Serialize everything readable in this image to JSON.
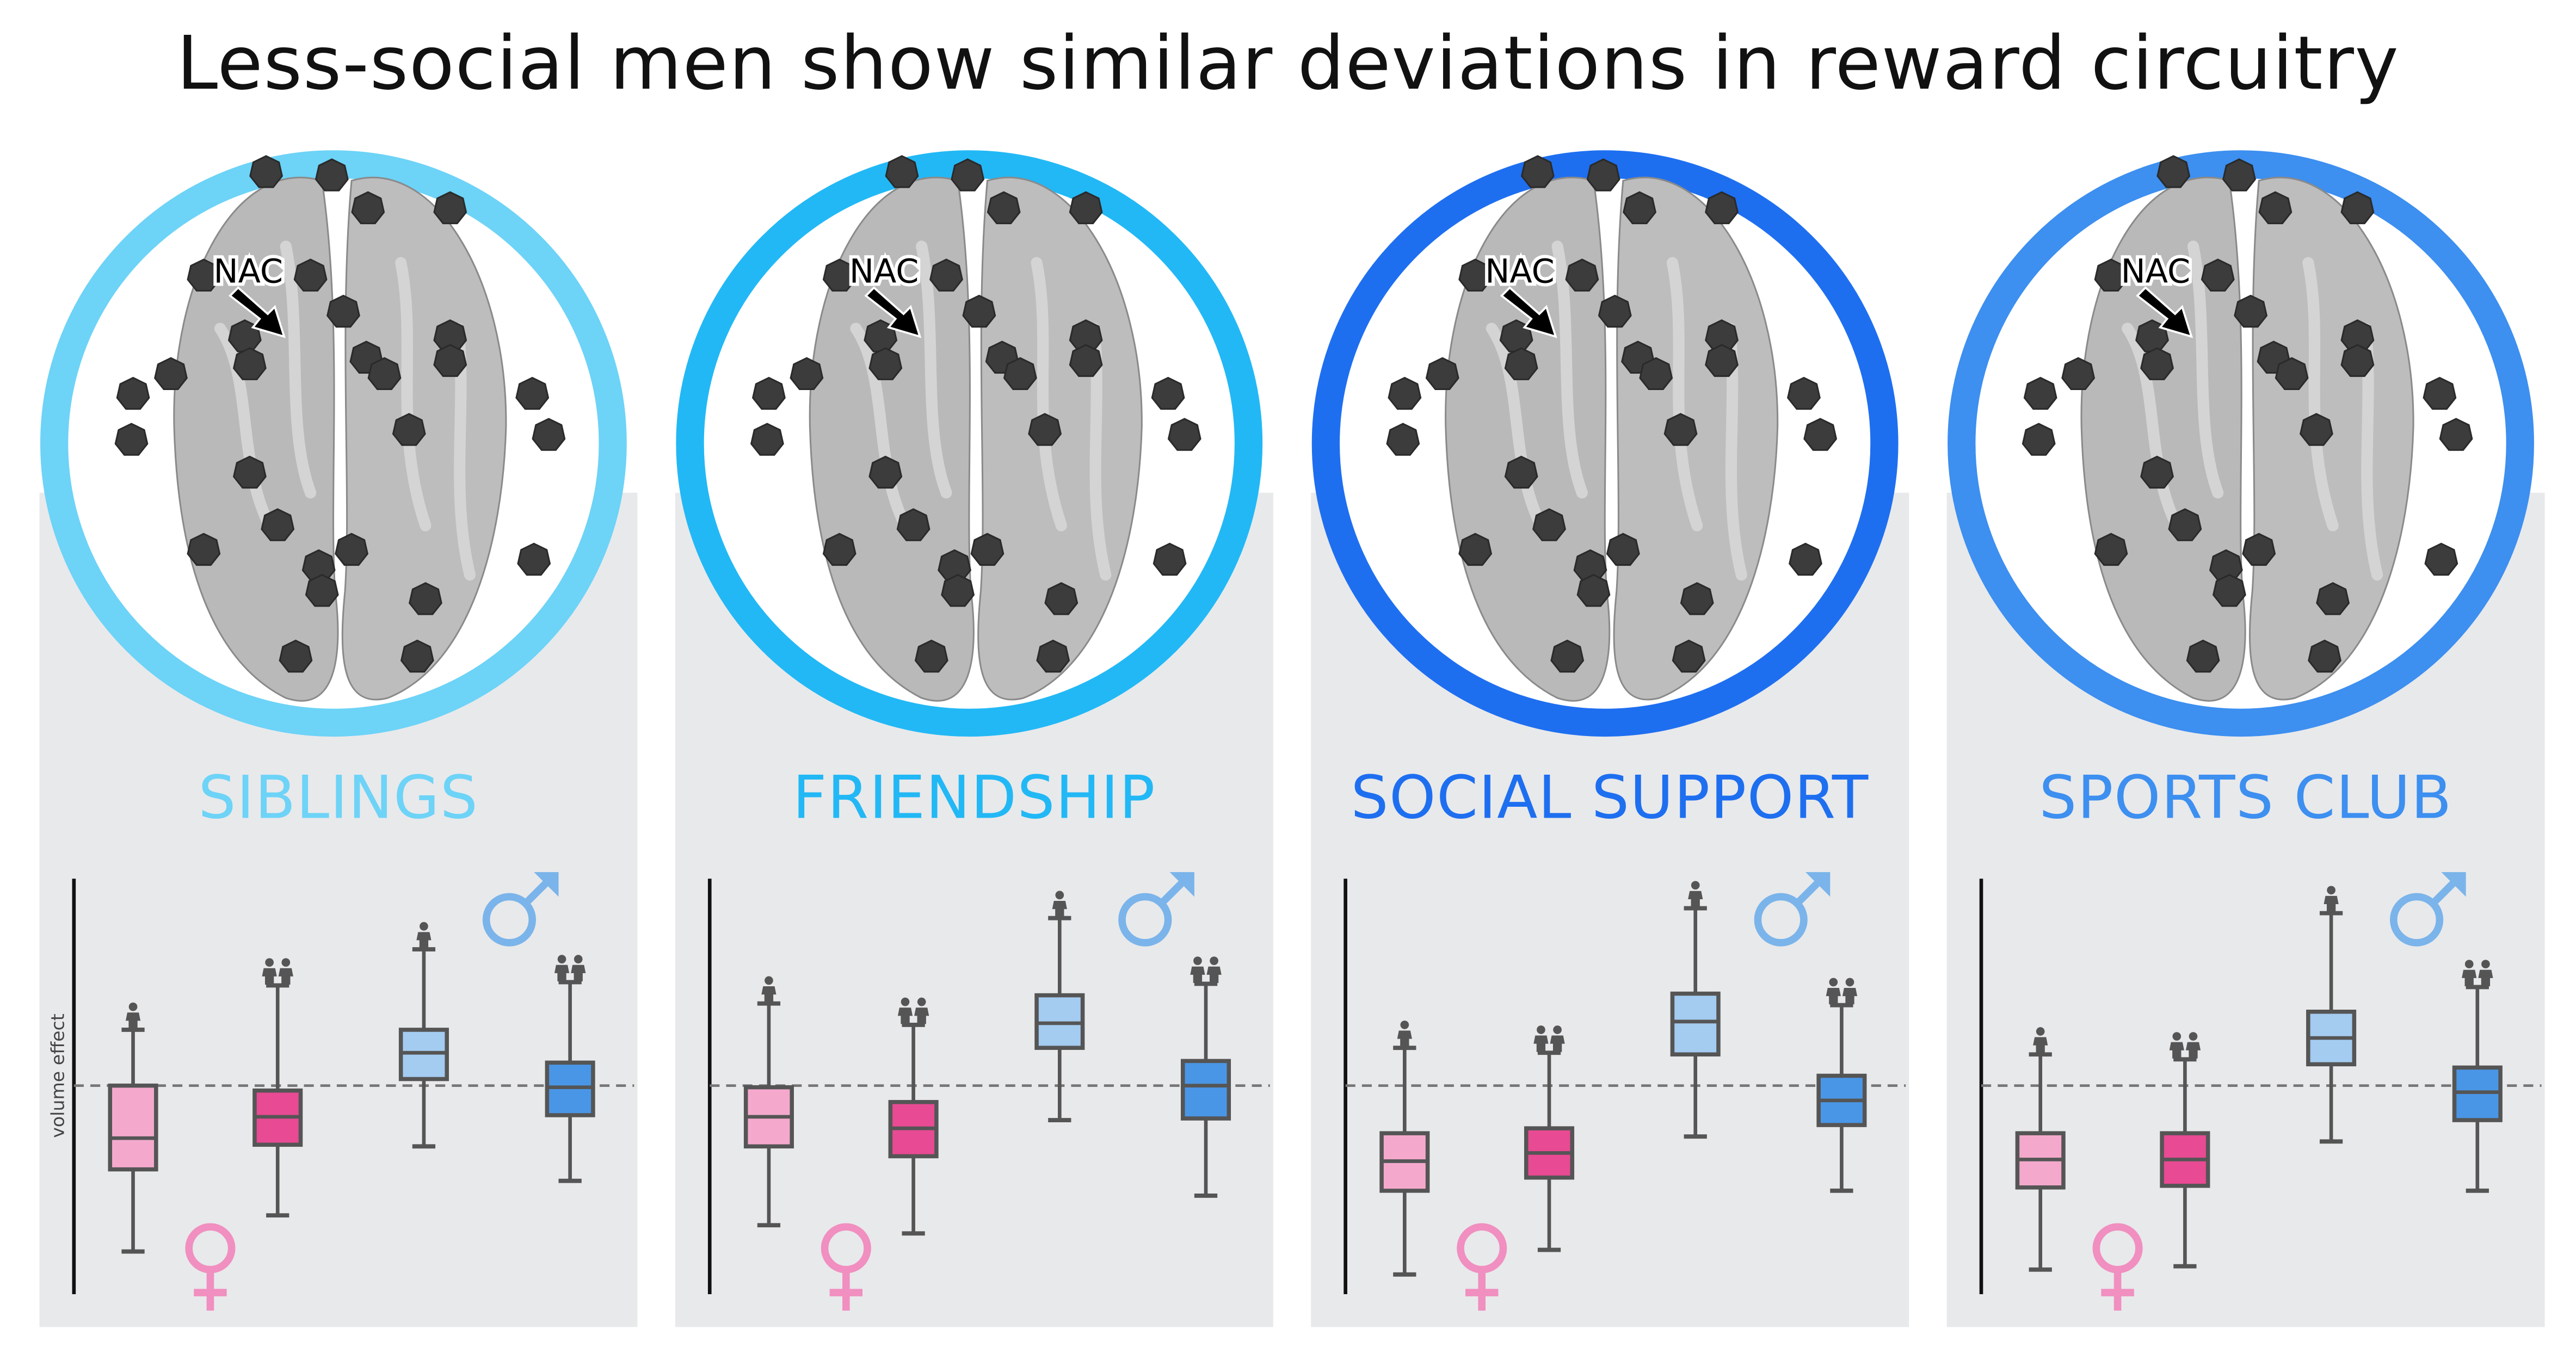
{
  "title": "Less-social men show similar deviations in reward circuitry",
  "annotation": "NAC",
  "colors": {
    "female_single": "#f4a9cc",
    "female_pair": "#e84a93",
    "male_single": "#a4cbf0",
    "male_pair": "#4a96e6",
    "female_symbol": "#f08fc0",
    "male_symbol": "#7ab4ea",
    "panel_bg": "#e8e9eb"
  },
  "chart_data": {
    "type": "boxplot",
    "title": "Less-social men show similar deviations in reward circuitry",
    "ylabel": "volume effect",
    "xlabel": "",
    "reference_line": 0,
    "categories": [
      "female single (low social)",
      "female pair",
      "male single (low social)",
      "male pair"
    ],
    "icons": [
      "person-icon",
      "two-people-icon",
      "person-icon",
      "two-people-icon"
    ],
    "units": "relative (no tick labels shown)",
    "panels": [
      {
        "label": "SIBLINGS",
        "ring_color": "#6dd3f7",
        "show_ylabel": true,
        "boxes": [
          {
            "whisker_high": 0.34,
            "q3": 0.0,
            "median": -0.32,
            "q1": -0.51,
            "whisker_low": -1.01
          },
          {
            "whisker_high": 0.61,
            "q3": -0.03,
            "median": -0.19,
            "q1": -0.36,
            "whisker_low": -0.79
          },
          {
            "whisker_high": 0.83,
            "q3": 0.34,
            "median": 0.2,
            "q1": 0.04,
            "whisker_low": -0.37
          },
          {
            "whisker_high": 0.63,
            "q3": 0.14,
            "median": -0.01,
            "q1": -0.18,
            "whisker_low": -0.58
          }
        ]
      },
      {
        "label": "FRIENDSHIP",
        "ring_color": "#22b8f5",
        "show_ylabel": false,
        "boxes": [
          {
            "whisker_high": 0.5,
            "q3": -0.01,
            "median": -0.19,
            "q1": -0.37,
            "whisker_low": -0.85
          },
          {
            "whisker_high": 0.37,
            "q3": -0.1,
            "median": -0.26,
            "q1": -0.43,
            "whisker_low": -0.9
          },
          {
            "whisker_high": 1.02,
            "q3": 0.55,
            "median": 0.38,
            "q1": 0.23,
            "whisker_low": -0.21
          },
          {
            "whisker_high": 0.62,
            "q3": 0.15,
            "median": 0.0,
            "q1": -0.2,
            "whisker_low": -0.67
          }
        ]
      },
      {
        "label": "SOCIAL SUPPORT",
        "ring_color": "#1e6ff0",
        "show_ylabel": false,
        "boxes": [
          {
            "whisker_high": 0.23,
            "q3": -0.29,
            "median": -0.46,
            "q1": -0.64,
            "whisker_low": -1.15
          },
          {
            "whisker_high": 0.2,
            "q3": -0.26,
            "median": -0.41,
            "q1": -0.56,
            "whisker_low": -1.0
          },
          {
            "whisker_high": 1.08,
            "q3": 0.56,
            "median": 0.39,
            "q1": 0.19,
            "whisker_low": -0.31
          },
          {
            "whisker_high": 0.49,
            "q3": 0.06,
            "median": -0.09,
            "q1": -0.24,
            "whisker_low": -0.64
          }
        ]
      },
      {
        "label": "SPORTS CLUB",
        "ring_color": "#3d8ff0",
        "show_ylabel": false,
        "boxes": [
          {
            "whisker_high": 0.19,
            "q3": -0.29,
            "median": -0.45,
            "q1": -0.62,
            "whisker_low": -1.12
          },
          {
            "whisker_high": 0.16,
            "q3": -0.29,
            "median": -0.45,
            "q1": -0.61,
            "whisker_low": -1.1
          },
          {
            "whisker_high": 1.05,
            "q3": 0.45,
            "median": 0.29,
            "q1": 0.13,
            "whisker_low": -0.34
          },
          {
            "whisker_high": 0.6,
            "q3": 0.11,
            "median": -0.04,
            "q1": -0.21,
            "whisker_low": -0.64
          }
        ]
      }
    ]
  }
}
